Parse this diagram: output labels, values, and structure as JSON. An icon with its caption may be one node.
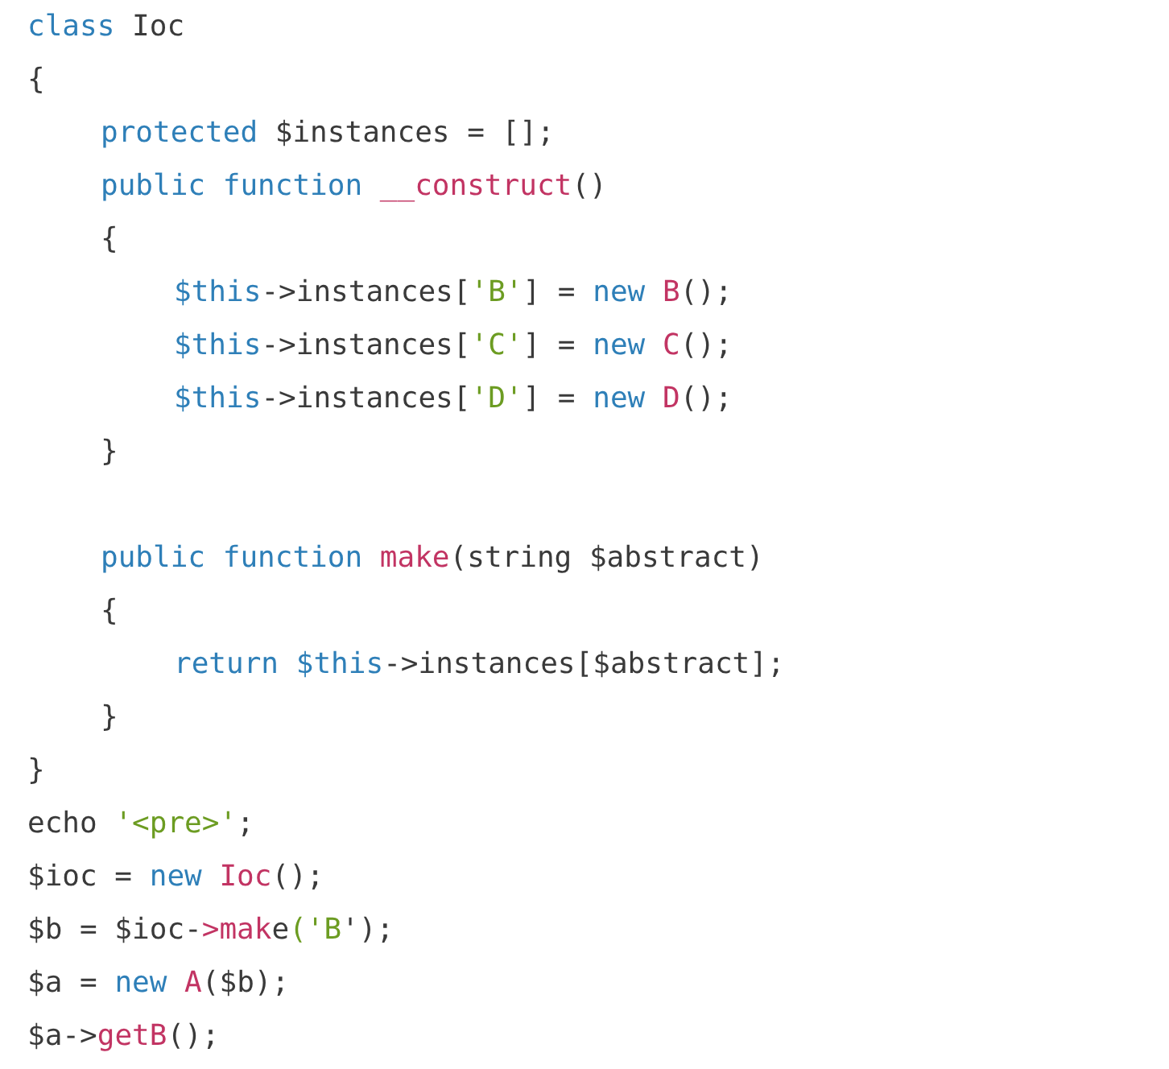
{
  "diagram": {
    "labels": [
      "class Ioc",
      "{",
      "protected $instances = [];",
      "public function __construct()",
      "{",
      "$this->instances['B'] = new B();",
      "$this->instances['C'] = new C();",
      "$this->instances['D'] = new D();",
      "}",
      "public function make(string $abstract)",
      "{",
      "return $this->instances[$abstract];",
      "}",
      "}",
      "echo '<pre>';",
      "$ioc = new Ioc();",
      "$b = $ioc->make('B');",
      "$a = new A($b);",
      "$a->getB();"
    ]
  }
}
